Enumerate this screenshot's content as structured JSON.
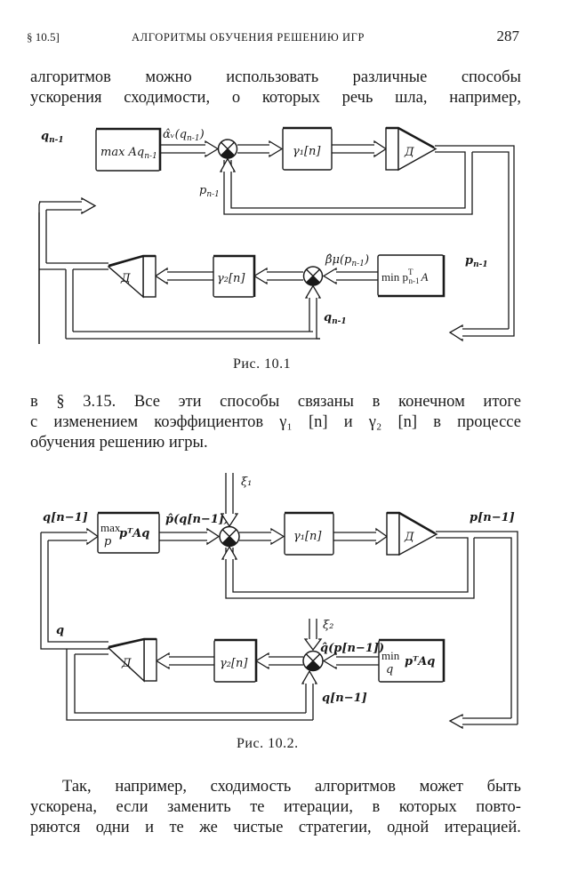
{
  "running_head": {
    "section": "§ 10.5]",
    "title": "АЛГОРИТМЫ ОБУЧЕНИЯ РЕШЕНИЮ ИГР",
    "page_number": "287"
  },
  "paragraphs": {
    "p1": [
      "алгоритмов можно использовать различные способы",
      "ускорения сходимости, о которых речь шла, например,"
    ],
    "p2": [
      "в § 3.15. Все эти способы связаны в конечном итоге",
      "с изменением коэффициентов γ₁ [n] и γ₂ [n] в процессе",
      "обучения решению игры."
    ],
    "p3": [
      "Так, например, сходимость алгоритмов может быть",
      "ускорена, если заменить те итерации, в которых повто-",
      "ряются одни и те же чистые стратегии, одной итерацией."
    ]
  },
  "figure1": {
    "caption": "Рис. 10.1",
    "blocks": {
      "max_block": "max Aq",
      "max_block_sub": "n-1",
      "gamma1": "γ₁[n]",
      "delay_top": "Д",
      "min_block_pre": "min p",
      "min_block_sup": "T",
      "min_block_sub": "n-1",
      "min_block_post": "A",
      "gamma2": "γ₂[n]",
      "delay_bottom": "Д"
    },
    "signals": {
      "q_in": "q",
      "q_in_sub": "n-1",
      "alpha_out": "α̂ᵥ(q",
      "alpha_out_sub": "n-1",
      "alpha_out_close": ")",
      "p_feedback": "p",
      "p_feedback_sub": "n-1",
      "p_right": "p",
      "p_right_sub": "n-1",
      "beta_out": "β̂μ(p",
      "beta_out_sub": "n-1",
      "beta_out_close": ")",
      "q_bottom": "q",
      "q_bottom_sub": "n-1"
    }
  },
  "figure2": {
    "caption": "Рис. 10.2.",
    "blocks": {
      "max_block_top": "max",
      "max_block_under": "p",
      "max_block_expr": "pᵀAq",
      "gamma1": "γ₁[n]",
      "delay_top": "Д",
      "min_block_top": "min",
      "min_block_under": "q",
      "min_block_expr": "pᵀAq",
      "gamma2": "γ₂[n]",
      "delay_bottom": "Д"
    },
    "signals": {
      "q_in": "q[n−1]",
      "p_hat": "p̂(q[n−1])",
      "xi1": "ξ₁",
      "p_out": "p[n−1]",
      "xi2": "ξ₂",
      "q_hat": "q̂(p[n−1])",
      "q_bottom": "q[n−1]",
      "q_left": "q"
    }
  }
}
